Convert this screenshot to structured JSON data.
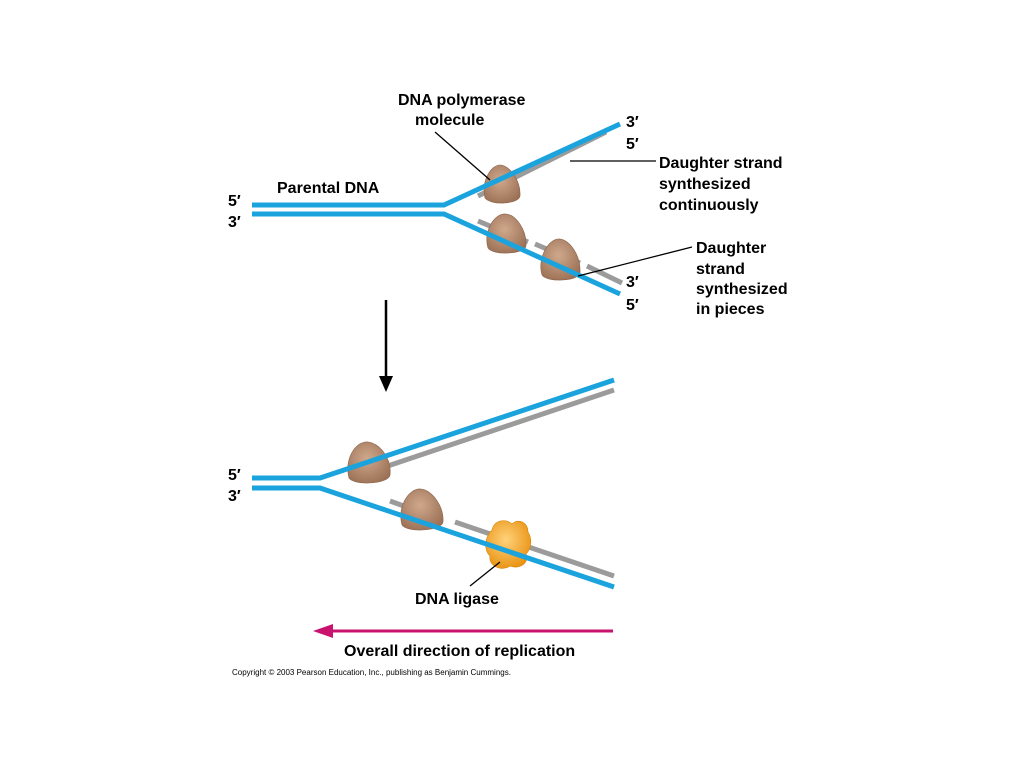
{
  "colors": {
    "parental_strand": "#1aa3dd",
    "daughter_strand": "#9b9b9b",
    "polymerase_fill": "#b08568",
    "ligase_fill": "#f2a321",
    "direction_arrow": "#c8126d",
    "text": "#000000"
  },
  "top_panel": {
    "end_5prime_left": "5′",
    "end_3prime_left": "3′",
    "parental_label": "Parental DNA",
    "polymerase_label_line1": "DNA polymerase",
    "polymerase_label_line2": "molecule",
    "upper_end_3prime": "3′",
    "upper_end_5prime": "5′",
    "leading_label_line1": "Daughter strand",
    "leading_label_line2": "synthesized",
    "leading_label_line3": "continuously",
    "lower_end_3prime": "3′",
    "lower_end_5prime": "5′",
    "lagging_label_line1": "Daughter",
    "lagging_label_line2": "strand",
    "lagging_label_line3": "synthesized",
    "lagging_label_line4": "in pieces"
  },
  "transition_arrow_icon": "down-arrow-icon",
  "bottom_panel": {
    "end_5prime_left": "5′",
    "end_3prime_left": "3′",
    "ligase_label": "DNA ligase",
    "direction_label": "Overall direction of replication"
  },
  "copyright": "Copyright © 2003 Pearson Education, Inc., publishing as Benjamin Cummings."
}
